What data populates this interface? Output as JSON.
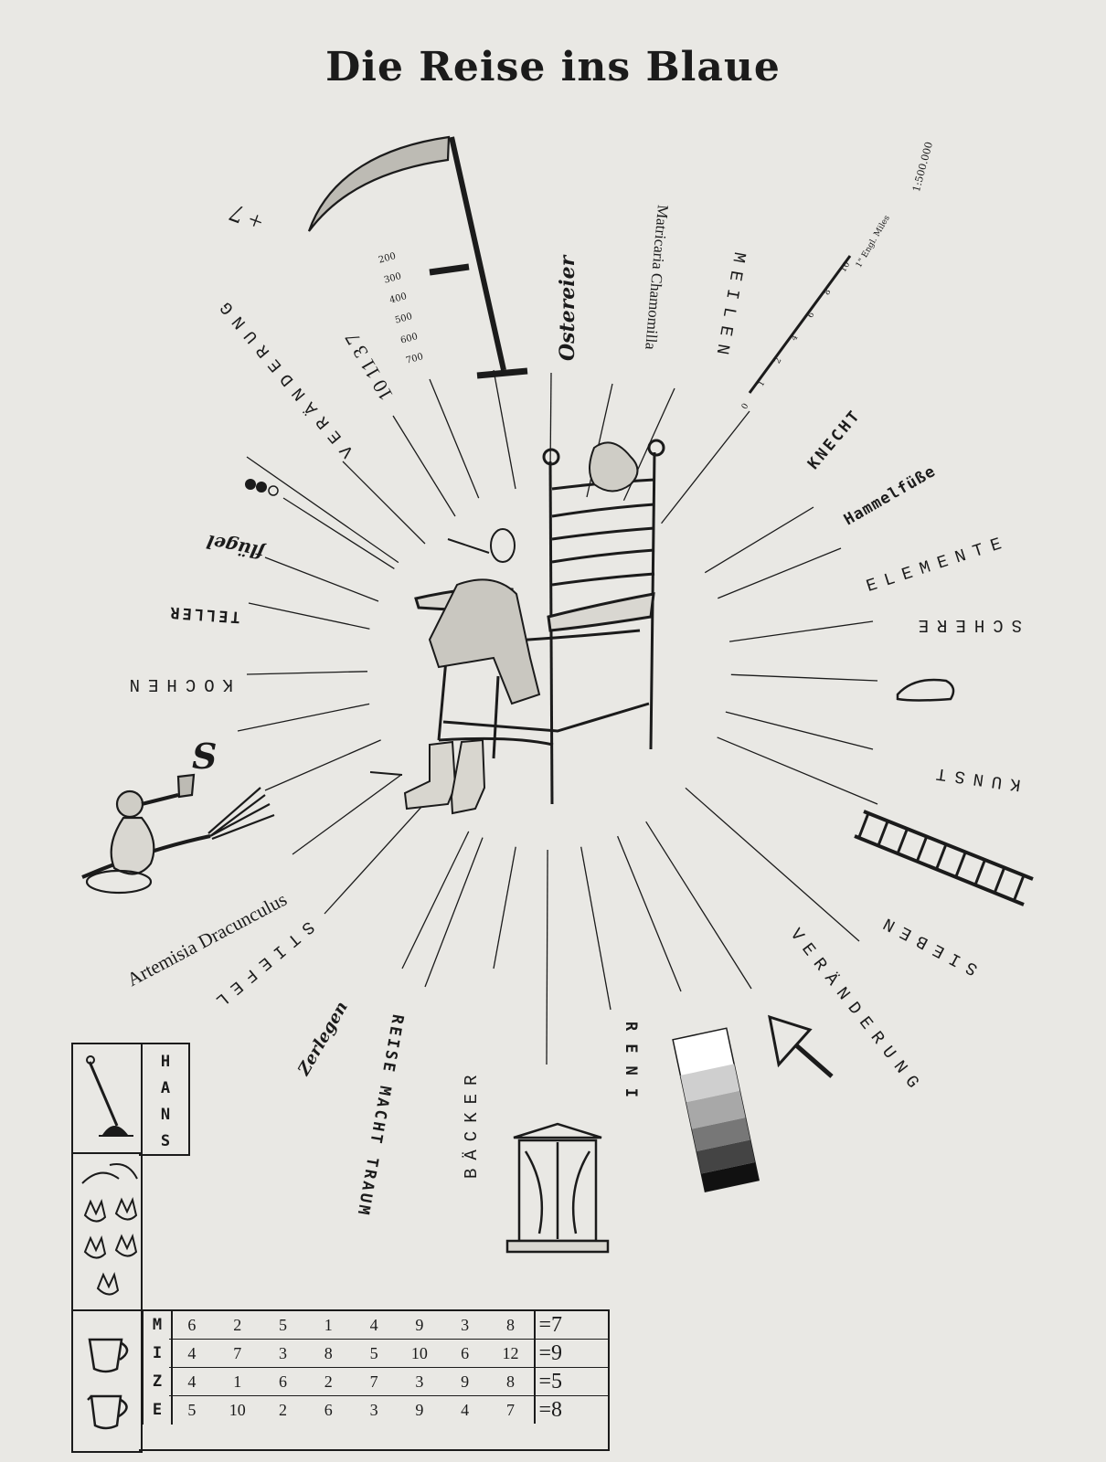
{
  "title": "Die Reise ins Blaue",
  "labels": {
    "veraenderung_left": "VERÄNDERUNG",
    "numbers_tilted": "10  11  3  7",
    "plus_seven": "+ 7",
    "fluegel": "flügel",
    "teller": "TELLER",
    "kochen": "KOCHEN",
    "artemisia": "Artemisia Dracunculus",
    "stiefel": "STIEFEL",
    "zerlegen": "Zerlegen",
    "reise_macht_traum": "REISE MACHT TRAUM",
    "baecker": "BÄCKER",
    "reni": "RENI",
    "veraenderung_right": "VERÄNDERUNG",
    "sieben": "SIEBEN",
    "kunst": "KUNST",
    "schere": "SCHERE",
    "elemente": "ELEMENTE",
    "hammelfuesse": "Hammelfüße",
    "knecht": "KNECHT",
    "meilen": "MEILEN",
    "matricaria": "Matricaria Chamomilla",
    "ostereier": "Ostereier",
    "scale_ratio": "1:500.000",
    "scale_unit": "1\" Engl. Miles",
    "scale_numbers": [
      "200",
      "300",
      "400",
      "500",
      "600",
      "700"
    ],
    "mile_ticks": [
      "0",
      "1",
      "2",
      "4",
      "6",
      "8",
      "10"
    ],
    "s_glyph": "S"
  },
  "table": {
    "hans": [
      "H",
      "A",
      "N",
      "S"
    ],
    "mize": [
      "M",
      "I",
      "Z",
      "E"
    ],
    "rows": [
      {
        "values": [
          "6",
          "2",
          "5",
          "1",
          "4",
          "9",
          "3",
          "8"
        ],
        "result": "=7"
      },
      {
        "values": [
          "4",
          "7",
          "3",
          "8",
          "5",
          "10",
          "6",
          "12"
        ],
        "result": "=9"
      },
      {
        "values": [
          "4",
          "1",
          "6",
          "2",
          "7",
          "3",
          "9",
          "8"
        ],
        "result": "=5"
      },
      {
        "values": [
          "5",
          "10",
          "2",
          "6",
          "3",
          "9",
          "4",
          "7"
        ],
        "result": "=8"
      }
    ]
  },
  "colors": {
    "paper": "#e9e8e4",
    "ink": "#1b1b1b"
  },
  "icons": [
    "scythe-icon",
    "chair-icon",
    "boots-icon",
    "slipper-icon",
    "ladder-icon",
    "trowel-icon",
    "gray-scale-icon",
    "window-icon",
    "monkey-icon",
    "dots-icon",
    "rake-icon",
    "rabbit-icon",
    "jug-icon"
  ]
}
